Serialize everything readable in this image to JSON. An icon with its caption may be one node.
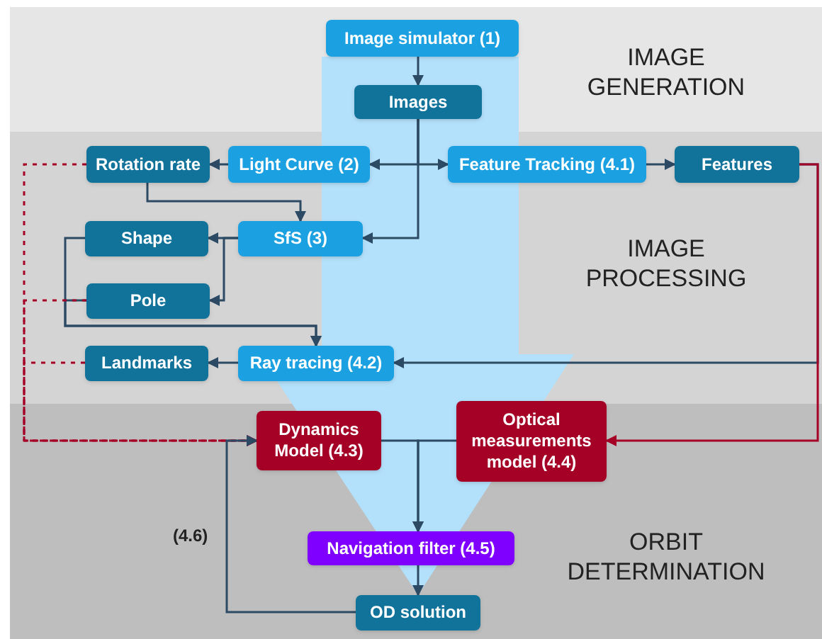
{
  "diagram": {
    "nodes": [
      {
        "text": [
          "Image simulator (1)"
        ]
      },
      {
        "text": [
          "Images"
        ]
      },
      {
        "text": [
          "Rotation rate"
        ]
      },
      {
        "text": [
          "Light Curve (2)"
        ]
      },
      {
        "text": [
          "Feature Tracking (4.1)"
        ]
      },
      {
        "text": [
          "Features"
        ]
      },
      {
        "text": [
          "Shape"
        ]
      },
      {
        "text": [
          "SfS (3)"
        ]
      },
      {
        "text": [
          "Pole"
        ]
      },
      {
        "text": [
          "Landmarks"
        ]
      },
      {
        "text": [
          "Ray tracing (4.2)"
        ]
      },
      {
        "text": [
          "Dynamics Model (4.3)"
        ]
      },
      {
        "text": [
          "Optical measurements model (4.4)"
        ]
      },
      {
        "text": [
          "Navigation filter (4.5)"
        ]
      },
      {
        "text": [
          "OD solution"
        ]
      }
    ],
    "edges": [
      {
        "from": 0,
        "to": 1,
        "arrow": "to"
      },
      {
        "from": 1,
        "to": 3,
        "arrow": "to"
      },
      {
        "from": 1,
        "to": 4,
        "arrow": "to"
      },
      {
        "from": 1,
        "to": 7,
        "arrow": "to"
      },
      {
        "from": 3,
        "to": 2,
        "arrow": "to"
      },
      {
        "from": 4,
        "to": 5,
        "arrow": "to"
      },
      {
        "from": 2,
        "to": 7,
        "arrow": "to"
      },
      {
        "from": 7,
        "to": 6,
        "arrow": "to"
      },
      {
        "from": 7,
        "to": 8,
        "arrow": "to"
      },
      {
        "from": 6,
        "to": 10,
        "arrow": "to"
      },
      {
        "from": 8,
        "to": 10,
        "arrow": "to"
      },
      {
        "from": 10,
        "to": 9,
        "arrow": "to"
      },
      {
        "from": 5,
        "to": 10,
        "arrow": "to"
      },
      {
        "from": 5,
        "to": 12,
        "arrow": "to",
        "color": "#a50026"
      },
      {
        "from": 2,
        "to": 11,
        "arrow": "to",
        "style": "dashed",
        "color": "#a50026"
      },
      {
        "from": 8,
        "to": 11,
        "arrow": "to",
        "style": "dashed",
        "color": "#a50026"
      },
      {
        "from": 9,
        "to": 11,
        "arrow": "to",
        "style": "dashed",
        "color": "#a50026"
      },
      {
        "from": 11,
        "to": 13,
        "arrow": "to"
      },
      {
        "from": 12,
        "to": 13,
        "arrow": "to"
      },
      {
        "from": 13,
        "to": 14,
        "arrow": "to"
      },
      {
        "from": 14,
        "to": 11,
        "arrow": "to",
        "label": "(4.6)"
      },
      {
        "from": 0,
        "to": 14,
        "arrow": "to",
        "style": "thick",
        "color": "#b3e0fb"
      }
    ],
    "labels": [
      "IMAGE GENERATION",
      "IMAGE PROCESSING",
      "ORBIT DETERMINATION"
    ]
  }
}
